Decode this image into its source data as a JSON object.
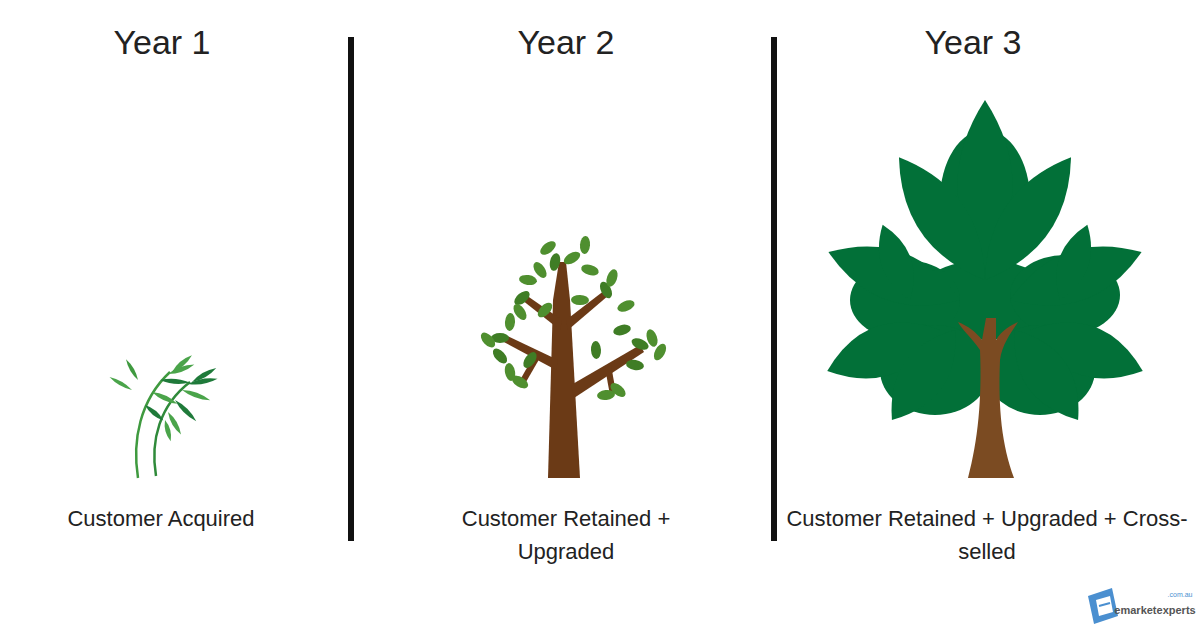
{
  "diagram": {
    "labels": [
      "Year 1",
      "Year 2",
      "Year 3",
      "Customer Acquired",
      "Customer Retained + Upgraded",
      "Customer Retained + Upgraded + Cross-selled",
      "emarketexperts",
      ".com.au"
    ]
  }
}
